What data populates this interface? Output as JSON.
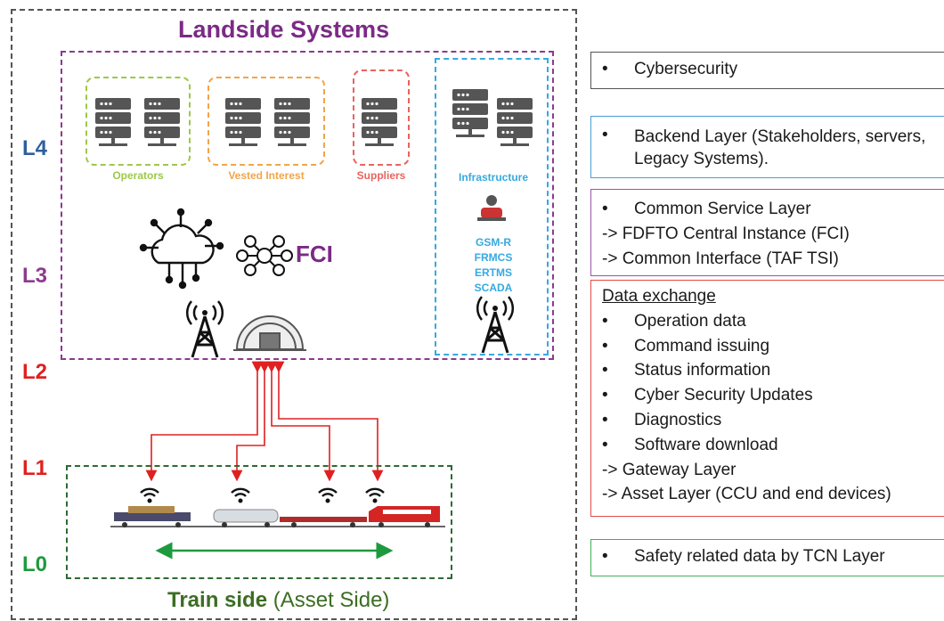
{
  "landside": {
    "title": "Landside Systems",
    "groups": {
      "operators": "Operators",
      "vested_interest": "Vested Interest",
      "suppliers": "Suppliers",
      "infrastructure": "Infrastructure"
    },
    "tech_list": [
      "GSM-R",
      "FRMCS",
      "ERTMS",
      "SCADA"
    ],
    "fci_label": "FCI"
  },
  "levels": [
    "L4",
    "L3",
    "L2",
    "L1",
    "L0"
  ],
  "train_side": {
    "bold": "Train side",
    "rest": " (Asset Side)"
  },
  "right_panel": {
    "cyber": {
      "items": [
        "Cybersecurity"
      ]
    },
    "backend": {
      "items": [
        "Backend Layer (Stakeholders, servers, Legacy Systems)."
      ]
    },
    "common": {
      "items": [
        "Common Service Layer"
      ],
      "arrows": [
        "-> FDFTO Central Instance (FCI)",
        "-> Common Interface (TAF TSI)"
      ]
    },
    "data_exchange": {
      "heading": "Data exchange",
      "items": [
        "Operation data",
        "Command issuing",
        "Status information",
        "Cyber Security Updates",
        "Diagnostics",
        "Software download"
      ],
      "arrows": [
        "-> Gateway Layer",
        "-> Asset Layer (CCU and end devices)"
      ]
    },
    "safety": {
      "items": [
        "Safety related data by TCN Layer"
      ]
    }
  },
  "colors": {
    "landside": "#7b2a85",
    "operators": "#9dc84a",
    "vested": "#f1a54a",
    "suppliers": "#e9635e",
    "infra": "#36a9e1",
    "l4": "#2f5f9e",
    "l3": "#8c3a8f",
    "l2": "#e02020",
    "l1": "#e02020",
    "l0": "#1e9a3e"
  }
}
